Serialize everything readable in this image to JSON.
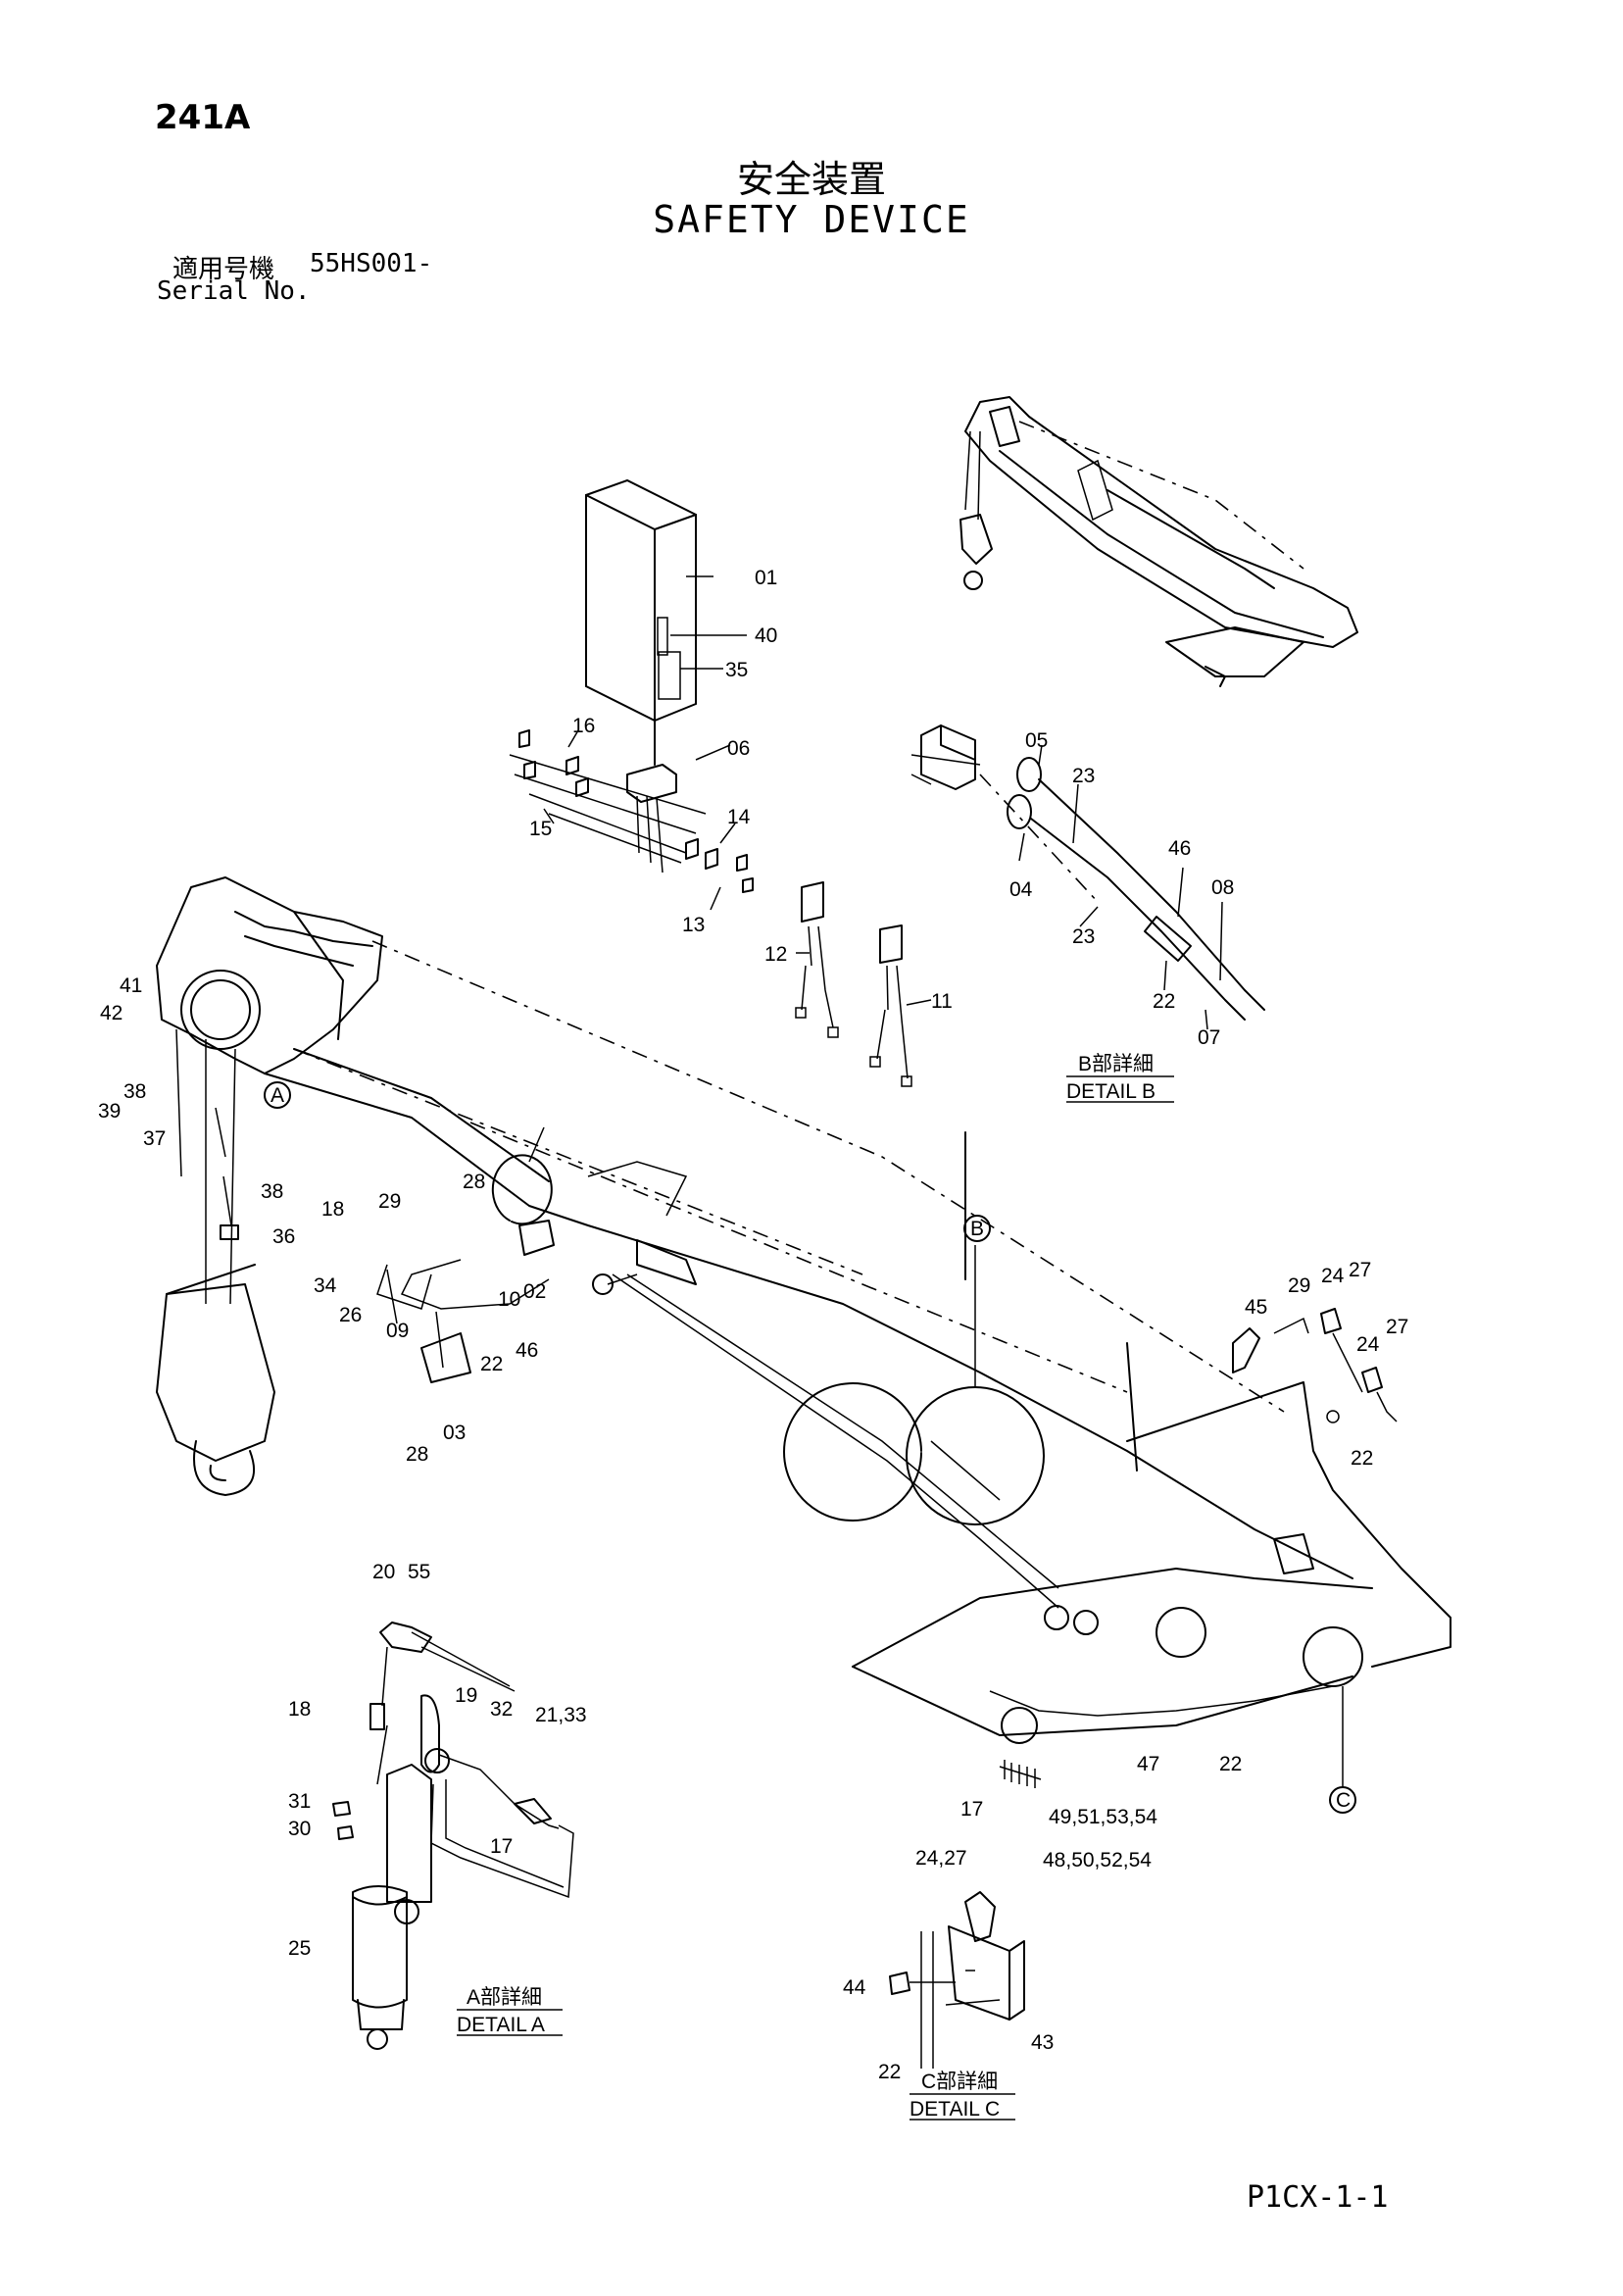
{
  "page_number": "241A",
  "title_jp": "安全装置",
  "title_en": "SAFETY DEVICE",
  "serial_label_jp": "適用号機",
  "serial_value": "55HS001-",
  "serial_label_en": "Serial No.",
  "footer_code": "P1CX-1-1",
  "details": {
    "a": {
      "jp": "A部詳細",
      "en": "DETAIL A"
    },
    "b": {
      "jp": "B部詳細",
      "en": "DETAIL B"
    },
    "c": {
      "jp": "C部詳細",
      "en": "DETAIL C"
    }
  },
  "circle_markers": [
    "A",
    "B",
    "C"
  ],
  "callouts": {
    "c01": "01",
    "c40": "40",
    "c35": "35",
    "c16": "16",
    "c06": "06",
    "c15": "15",
    "c14": "14",
    "c13": "13",
    "c12": "12",
    "c11": "11",
    "c05": "05",
    "c23a": "23",
    "c46a": "46",
    "c08": "08",
    "c04": "04",
    "c23b": "23",
    "c22a": "22",
    "c07": "07",
    "c41": "41",
    "c42": "42",
    "c39": "39",
    "c38a": "38",
    "c37": "37",
    "c38b": "38",
    "c36": "36",
    "c28a": "28",
    "c18a": "18",
    "c29a": "29",
    "c34": "34",
    "c26": "26",
    "c10": "10",
    "c02": "02",
    "c09": "09",
    "c22b": "22",
    "c46b": "46",
    "c03": "03",
    "c28b": "28",
    "c45": "45",
    "c29b": "29",
    "c24a": "24",
    "c27a": "27",
    "c24b": "24",
    "c27b": "27",
    "c22c": "22",
    "c20": "20",
    "c55": "55",
    "c18b": "18",
    "c19": "19",
    "c32": "32",
    "c2133": "21,33",
    "c31": "31",
    "c30": "30",
    "c17a": "17",
    "c25": "25",
    "c47": "47",
    "c22d": "22",
    "c17b": "17",
    "c49": "49,51,53,54",
    "c48": "48,50,52,54",
    "c2427": "24,27",
    "c44": "44",
    "c43": "43",
    "c22e": "22"
  }
}
